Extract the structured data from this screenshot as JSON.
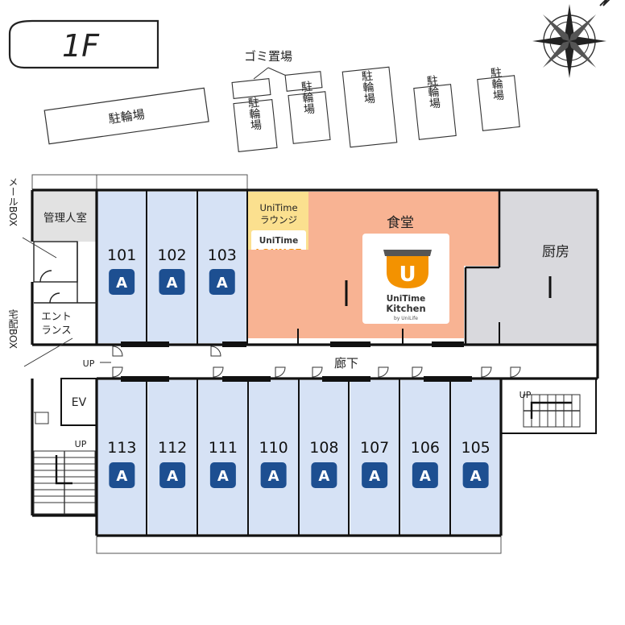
{
  "floor": {
    "label": "1F"
  },
  "labels": {
    "garbage": "ゴミ置場",
    "bike": "駐輪場",
    "manager": "管理人室",
    "entrance_1": "エント",
    "entrance_2": "ランス",
    "mail": "メールBOX",
    "delivery": "宅配BOX",
    "ev": "EV",
    "up": "UP",
    "corridor": "廊下",
    "dining": "食堂",
    "kitchen": "厨房",
    "lounge_1": "UniTime",
    "lounge_2": "ラウンジ",
    "lounge_logo_1": "UniTime",
    "lounge_logo_2": "LOUNGE",
    "kitchen_logo_1": "UniTime",
    "kitchen_logo_2": "Kitchen",
    "kitchen_logo_3": "by UniLife",
    "kitchen_logo_letter": "U"
  },
  "rooms_top": [
    {
      "number": "101",
      "type": "A"
    },
    {
      "number": "102",
      "type": "A"
    },
    {
      "number": "103",
      "type": "A"
    }
  ],
  "rooms_bottom": [
    {
      "number": "113",
      "type": "A"
    },
    {
      "number": "112",
      "type": "A"
    },
    {
      "number": "111",
      "type": "A"
    },
    {
      "number": "110",
      "type": "A"
    },
    {
      "number": "108",
      "type": "A"
    },
    {
      "number": "107",
      "type": "A"
    },
    {
      "number": "106",
      "type": "A"
    },
    {
      "number": "105",
      "type": "A"
    }
  ],
  "colors": {
    "room": "#d6e2f5",
    "badge": "#1d4f91",
    "dining": "#f8b393",
    "lounge": "#fbe08f",
    "kitchen": "#d9d9dd",
    "manager": "#e2e2e2",
    "logo_orange": "#f39200"
  }
}
